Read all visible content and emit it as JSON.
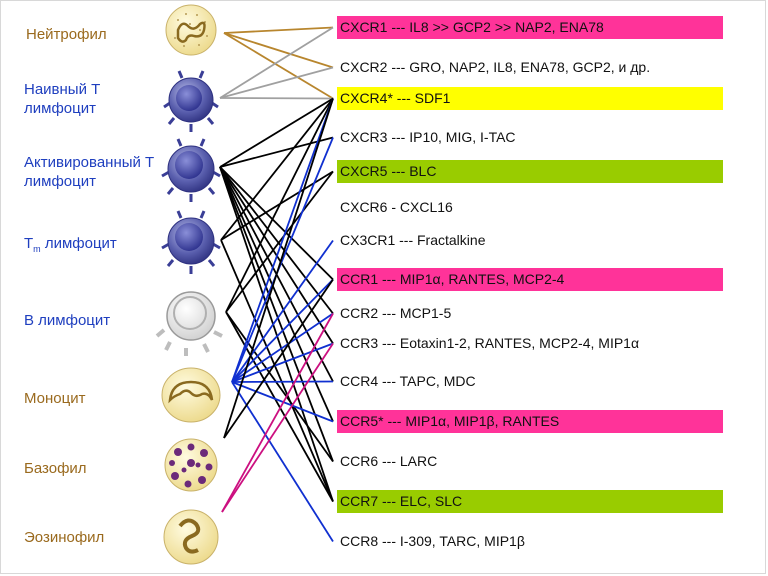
{
  "cells": [
    {
      "id": "neutrophil",
      "label": "Нейтрофил",
      "color": "#9a6a1e"
    },
    {
      "id": "naive_t",
      "label": "Наивный Т лимфоцит",
      "color": "#1f3fbf"
    },
    {
      "id": "activated_t",
      "label": "Активированный Т лимфоцит",
      "color": "#1f3fbf"
    },
    {
      "id": "tm",
      "label_main": "Т",
      "label_sub": "m",
      "label_rest": " лимфоцит",
      "color": "#1f3fbf"
    },
    {
      "id": "b",
      "label": "В лимфоцит",
      "color": "#1f3fbf"
    },
    {
      "id": "monocyte",
      "label": "Моноцит",
      "color": "#9a6a1e"
    },
    {
      "id": "basophil",
      "label": "Базофил",
      "color": "#9a6a1e"
    },
    {
      "id": "eosinophil",
      "label": "Эозинофил",
      "color": "#9a6a1e"
    }
  ],
  "receptors": [
    {
      "id": "CXCR1",
      "text": "CXCR1  ---  IL8 >> GCP2 >> NAP2, ENA78",
      "bg": "#ff3399"
    },
    {
      "id": "CXCR2",
      "text": "CXCR2  ---  GRO, NAP2, IL8, ENA78, GCP2, и др.",
      "bg": ""
    },
    {
      "id": "CXCR4",
      "text": "CXCR4* ---  SDF1",
      "bg": "#ffff00"
    },
    {
      "id": "CXCR3",
      "text": "CXCR3  ---  IP10, MIG, I-TAC",
      "bg": ""
    },
    {
      "id": "CXCR5",
      "text": "CXCR5  ---  BLC",
      "bg": "#99cc00"
    },
    {
      "id": "CXCR6",
      "text": "CXCR6  -  CXCL16",
      "bg": ""
    },
    {
      "id": "CX3CR1",
      "text": "CX3CR1  ---  Fractalkine",
      "bg": ""
    },
    {
      "id": "CCR1",
      "text": "CCR1  ---  MIP1α, RANTES, MCP2-4",
      "bg": "#ff3399"
    },
    {
      "id": "CCR2",
      "text": "CCR2  ---  MCP1-5",
      "bg": ""
    },
    {
      "id": "CCR3",
      "text": "CCR3  ---  Eotaxin1-2, RANTES, MCP2-4, MIP1α",
      "bg": ""
    },
    {
      "id": "CCR4",
      "text": "CCR4  ---  TAPC, MDC",
      "bg": ""
    },
    {
      "id": "CCR5",
      "text": "CCR5*  ---  MIP1α, MIP1β, RANTES",
      "bg": "#ff3399"
    },
    {
      "id": "CCR6",
      "text": "CCR6  ---  LARC",
      "bg": ""
    },
    {
      "id": "CCR7",
      "text": "CCR7  ---  ELC, SLC",
      "bg": "#99cc00"
    },
    {
      "id": "CCR8",
      "text": "CCR8  ---  I-309, TARC, MIP1β",
      "bg": ""
    }
  ],
  "connections": [
    {
      "cell": "neutrophil",
      "receptors": [
        "CXCR1",
        "CXCR2",
        "CXCR4"
      ],
      "color": "#b8862e"
    },
    {
      "cell": "naive_t",
      "receptors": [
        "CXCR1",
        "CXCR2",
        "CXCR4"
      ],
      "color": "#a0a0a0"
    },
    {
      "cell": "activated_t",
      "receptors": [
        "CXCR4",
        "CXCR3",
        "CCR1",
        "CCR2",
        "CCR3",
        "CCR4",
        "CCR5",
        "CCR6",
        "CCR7"
      ],
      "color": "#000000"
    },
    {
      "cell": "tm",
      "receptors": [
        "CXCR4",
        "CXCR5",
        "CCR7"
      ],
      "color": "#000000"
    },
    {
      "cell": "b",
      "receptors": [
        "CXCR4",
        "CXCR5",
        "CCR6",
        "CCR7"
      ],
      "color": "#000000"
    },
    {
      "cell": "monocyte",
      "receptors": [
        "CXCR4",
        "CXCR3",
        "CX3CR1",
        "CCR1",
        "CCR2",
        "CCR3",
        "CCR4",
        "CCR5",
        "CCR8"
      ],
      "color": "#1030d0"
    },
    {
      "cell": "basophil",
      "receptors": [
        "CXCR4",
        "CCR1"
      ],
      "color": "#000000"
    },
    {
      "cell": "eosinophil",
      "receptors": [
        "CCR2",
        "CCR3"
      ],
      "color": "#cc1080"
    }
  ]
}
